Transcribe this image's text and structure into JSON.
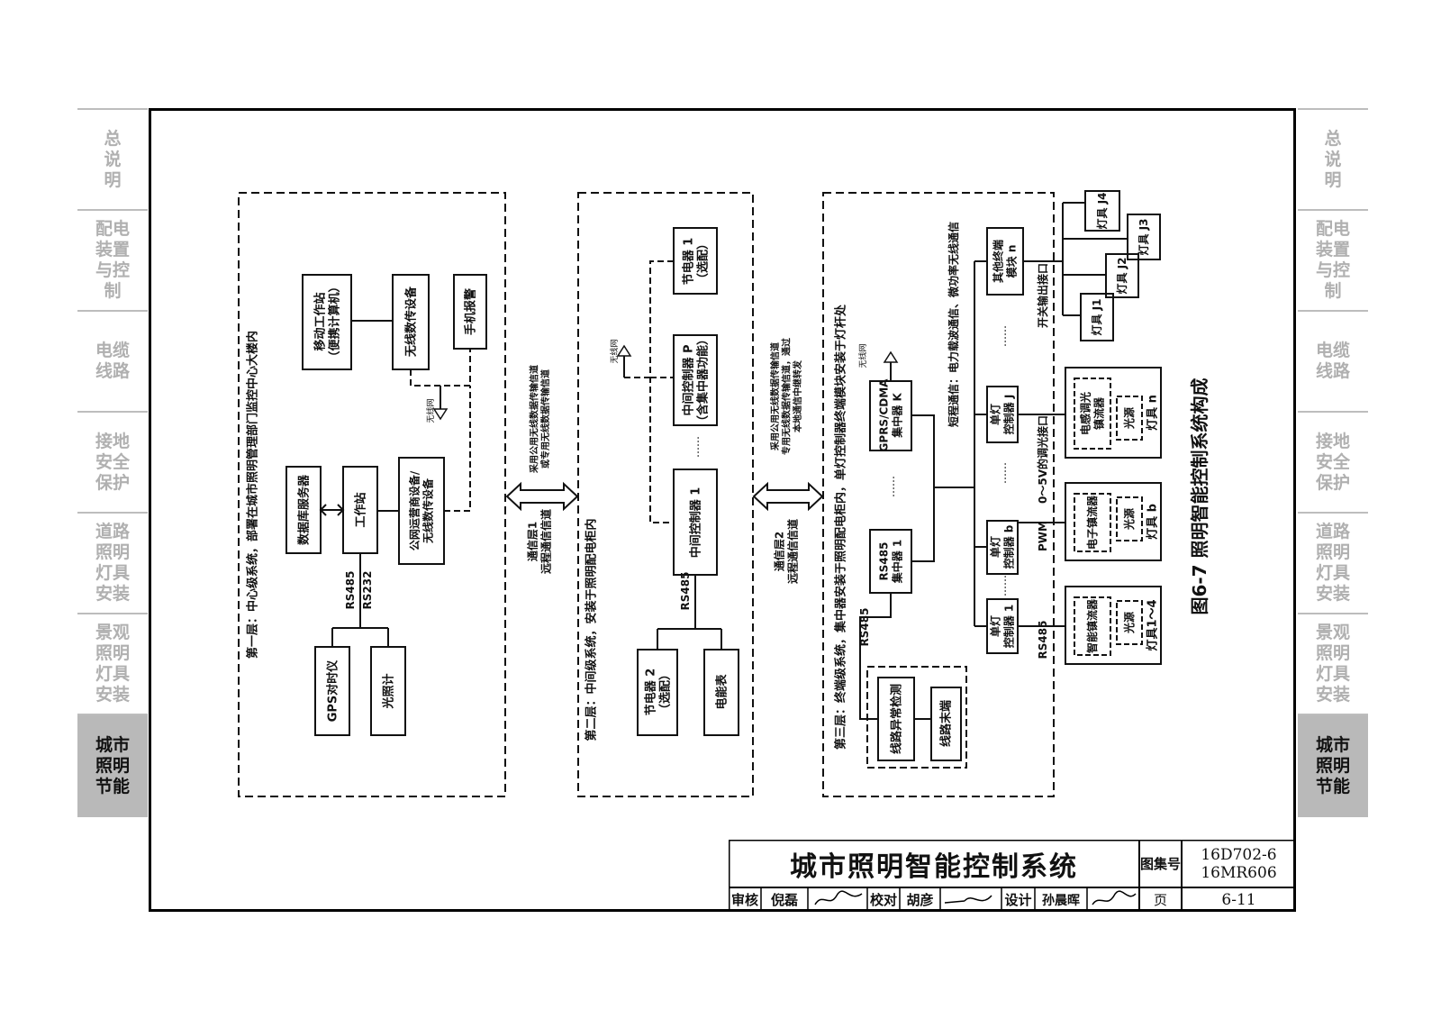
{
  "side_tabs": [
    {
      "label": "总\n说\n明",
      "active": false
    },
    {
      "label": "配电\n装置\n与控\n制",
      "active": false
    },
    {
      "label": "电缆\n线路",
      "active": false
    },
    {
      "label": "接地\n安全\n保护",
      "active": false
    },
    {
      "label": "道路\n照明\n灯具\n安装",
      "active": false
    },
    {
      "label": "景观\n照明\n灯具\n安装",
      "active": false
    },
    {
      "label": "城市\n照明\n节能",
      "active": true
    }
  ],
  "diagram": {
    "layer1": {
      "title": "第一层：中心级系统，部署在城市照明管理部门监控中心大楼内",
      "boxes": {
        "mobile_station": "移动工作站\n（便携计算机）",
        "wireless_data": "无线数传设备",
        "phone_alarm": "手机报警",
        "database": "数据库服务器",
        "workstation": "工作站",
        "public_network": "公网运营商设备/\n无线数传设备",
        "gps": "GPS对时仪",
        "light_meter": "光照计"
      },
      "labels": {
        "wireless_net": "无线网",
        "rs485": "RS485",
        "rs232": "RS232"
      }
    },
    "channel1": {
      "title": "通信层1\n远程通信信道",
      "note": "采用公用无线数据传输信道\n或专用无线数据传输信道"
    },
    "layer2": {
      "title": "第二层：中间级系统，安装于照明配电柜内",
      "boxes": {
        "saver1": "节电器 1\n（选配）",
        "controller_p": "中间控制器 P\n（含集中器功能）",
        "controller1": "中间控制器 1",
        "saver2": "节电器 2\n（选配）",
        "meter": "电能表"
      },
      "labels": {
        "wireless_net": "无线网",
        "dots": "……",
        "rs485": "RS485"
      }
    },
    "channel2": {
      "title": "通信层2\n远程通信信道",
      "note": "采用公用无线数据传输信道\n专用无线数据传输信道，通过\n本地通信中继转发"
    },
    "layer3": {
      "title": "第三层：终端级系统，集中器安装于照明配电柜内，单灯控制器终端模块安装于灯杆处",
      "boxes": {
        "gprs": "GPRS/CDMA\n集中器 K",
        "rs485_conc": "RS485\n集中器 1",
        "line_detect": "线路异常检测",
        "line_alarm": "线路末端",
        "other_module": "其他终端\n模块 n",
        "ctrl_j": "单灯\n控制器 J",
        "ctrl_b": "单灯\n控制器 b",
        "ctrl_1": "单灯\n控制器 1",
        "lamp_n": "灯具 n",
        "lamp_b": "灯具 b",
        "lamp_14": "灯具1～4",
        "dim_ballast": "电感调光\n镇流器",
        "elec_ballast": "电子镇流器",
        "smart_ballast": "智能镇流器",
        "light_src": "光源",
        "lamp_l1": "灯具 J1",
        "lamp_l2": "灯具 J2",
        "lamp_l3": "灯具 J3",
        "lamp_l4": "灯具 J4"
      },
      "labels": {
        "wireless_net": "无线网",
        "dots": "……",
        "short_range": "短程通信：电力载波通信、微功率无线通信",
        "switch_out": "开关输出接口",
        "dim_0_5v": "0～5V的调光接口",
        "pwm": "PWM",
        "rs485": "RS485"
      }
    },
    "caption": "图6-7 照明智能控制系统构成"
  },
  "title_block": {
    "title": "城市照明智能控制系统",
    "atlas_label": "图集号",
    "atlas_no": "16D702-6\n16MR606",
    "review_label": "审核",
    "reviewer": "倪磊",
    "check_label": "校对",
    "checker": "胡彦",
    "design_label": "设计",
    "designer": "孙晨晖",
    "page_label": "页",
    "page_no": "6-11"
  }
}
